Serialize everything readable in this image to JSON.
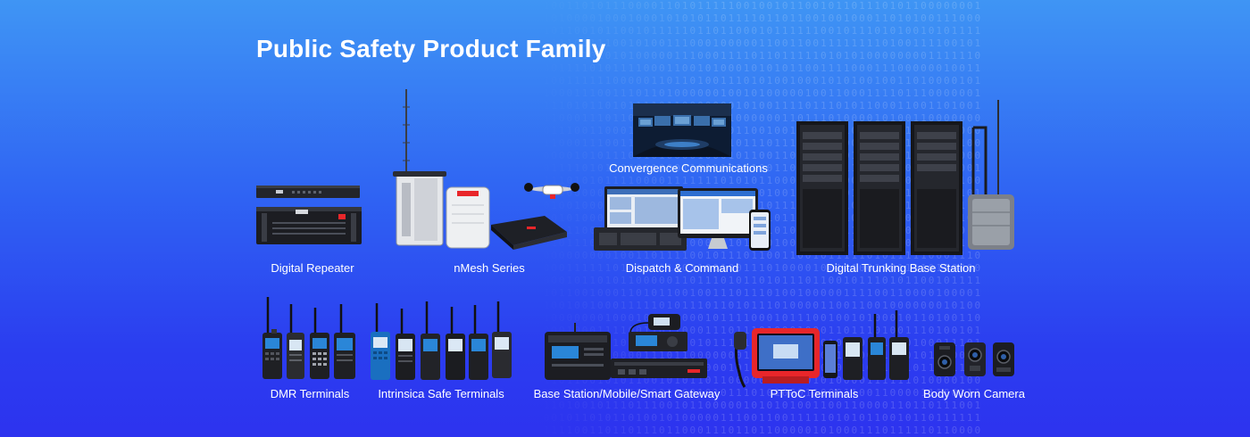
{
  "page": {
    "title": "Public Safety Product Family"
  },
  "products": {
    "convergence": "Convergence Communications",
    "repeater": "Digital Repeater",
    "nmesh": "nMesh Series",
    "dispatch": "Dispatch & Command",
    "trunking": "Digital Trunking Base Station",
    "dmr": "DMR Terminals",
    "intrinsic": "Intrinsica Safe Terminals",
    "gateway": "Base Station/Mobile/Smart Gateway",
    "pttoc": "PTToC Terminals",
    "bodycam": "Body Worn Camera"
  },
  "colors": {
    "accent_red": "#e8262a",
    "device_dark": "#1c1d22",
    "radio_blue": "#2a86d8"
  }
}
